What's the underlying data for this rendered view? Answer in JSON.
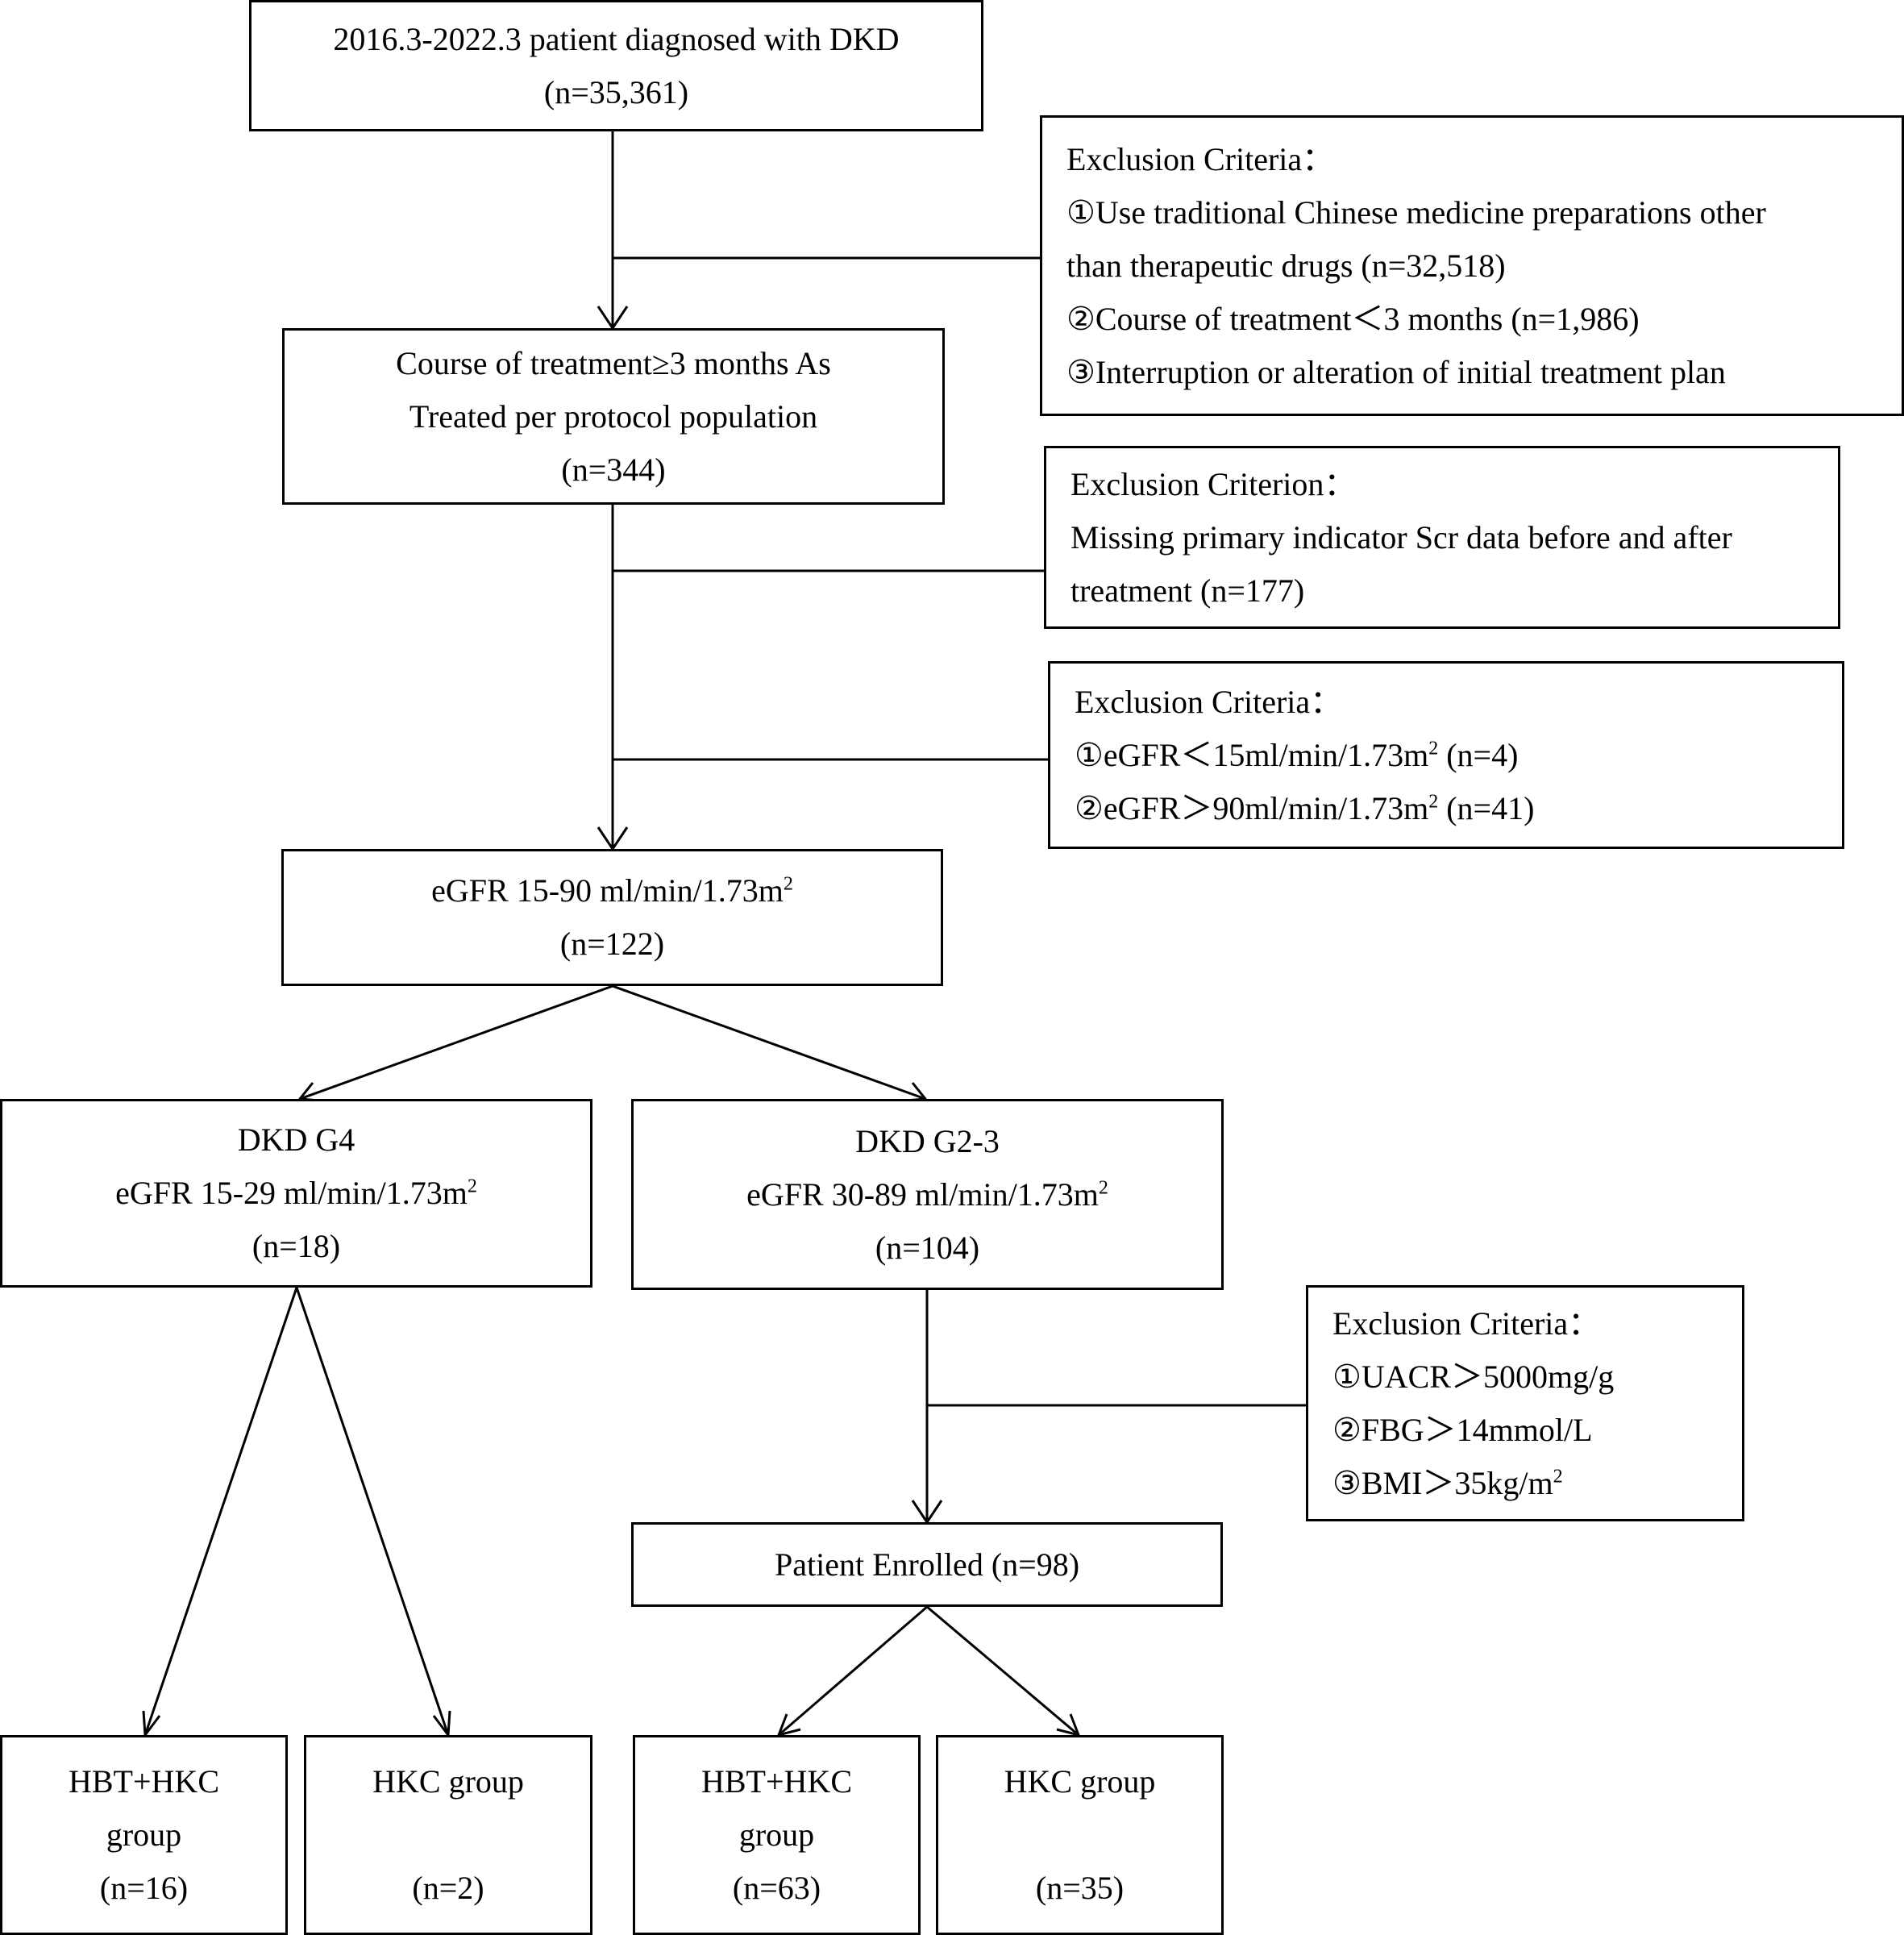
{
  "start": {
    "line1": "2016.3-2022.3 patient diagnosed with DKD",
    "line2": "(n=35,361)"
  },
  "exclusion1": {
    "title": "Exclusion Criteria：",
    "item1a": "①Use traditional Chinese medicine preparations other",
    "item1b": "than therapeutic drugs (n=32,518)",
    "item2": "②Course of treatment＜3 months (n=1,986)",
    "item3": "③Interruption or alteration of initial treatment plan"
  },
  "course": {
    "line1": "Course of treatment≥3 months As",
    "line2": "Treated per protocol population",
    "line3": "(n=344)"
  },
  "exclusion2": {
    "title": "Exclusion Criterion：",
    "line1": "Missing primary indicator Scr data before and after",
    "line2": "treatment (n=177)"
  },
  "exclusion3": {
    "title": "Exclusion Criteria：",
    "item1_pre": "①eGFR＜15ml/min/1.73m",
    "item1_post": " (n=4)",
    "item2_pre": "②eGFR＞90ml/min/1.73m",
    "item2_post": " (n=41)"
  },
  "egfr": {
    "line1": "eGFR 15-90 ml/min/1.73m",
    "line2": "(n=122)"
  },
  "g4": {
    "line1": "DKD G4",
    "line2": "eGFR 15-29 ml/min/1.73m",
    "line3": "(n=18)"
  },
  "g23": {
    "line1": "DKD G2-3",
    "line2": "eGFR 30-89 ml/min/1.73m",
    "line3": "(n=104)"
  },
  "exclusion4": {
    "title": "Exclusion Criteria：",
    "item1": "①UACR＞5000mg/g",
    "item2": "②FBG＞14mmol/L",
    "item3": "③BMI＞35kg/m"
  },
  "superscript2": "2",
  "enrolled": {
    "label": "Patient Enrolled (n=98)"
  },
  "g4_hbt": {
    "line1": "HBT+HKC",
    "line2": "group",
    "line3": "(n=16)"
  },
  "g4_hkc": {
    "line1": "HKC group",
    "line2": "(n=2)"
  },
  "g23_hbt": {
    "line1": "HBT+HKC",
    "line2": "group",
    "line3": "(n=63)"
  },
  "g23_hkc": {
    "line1": "HKC group",
    "line2": "(n=35)"
  }
}
